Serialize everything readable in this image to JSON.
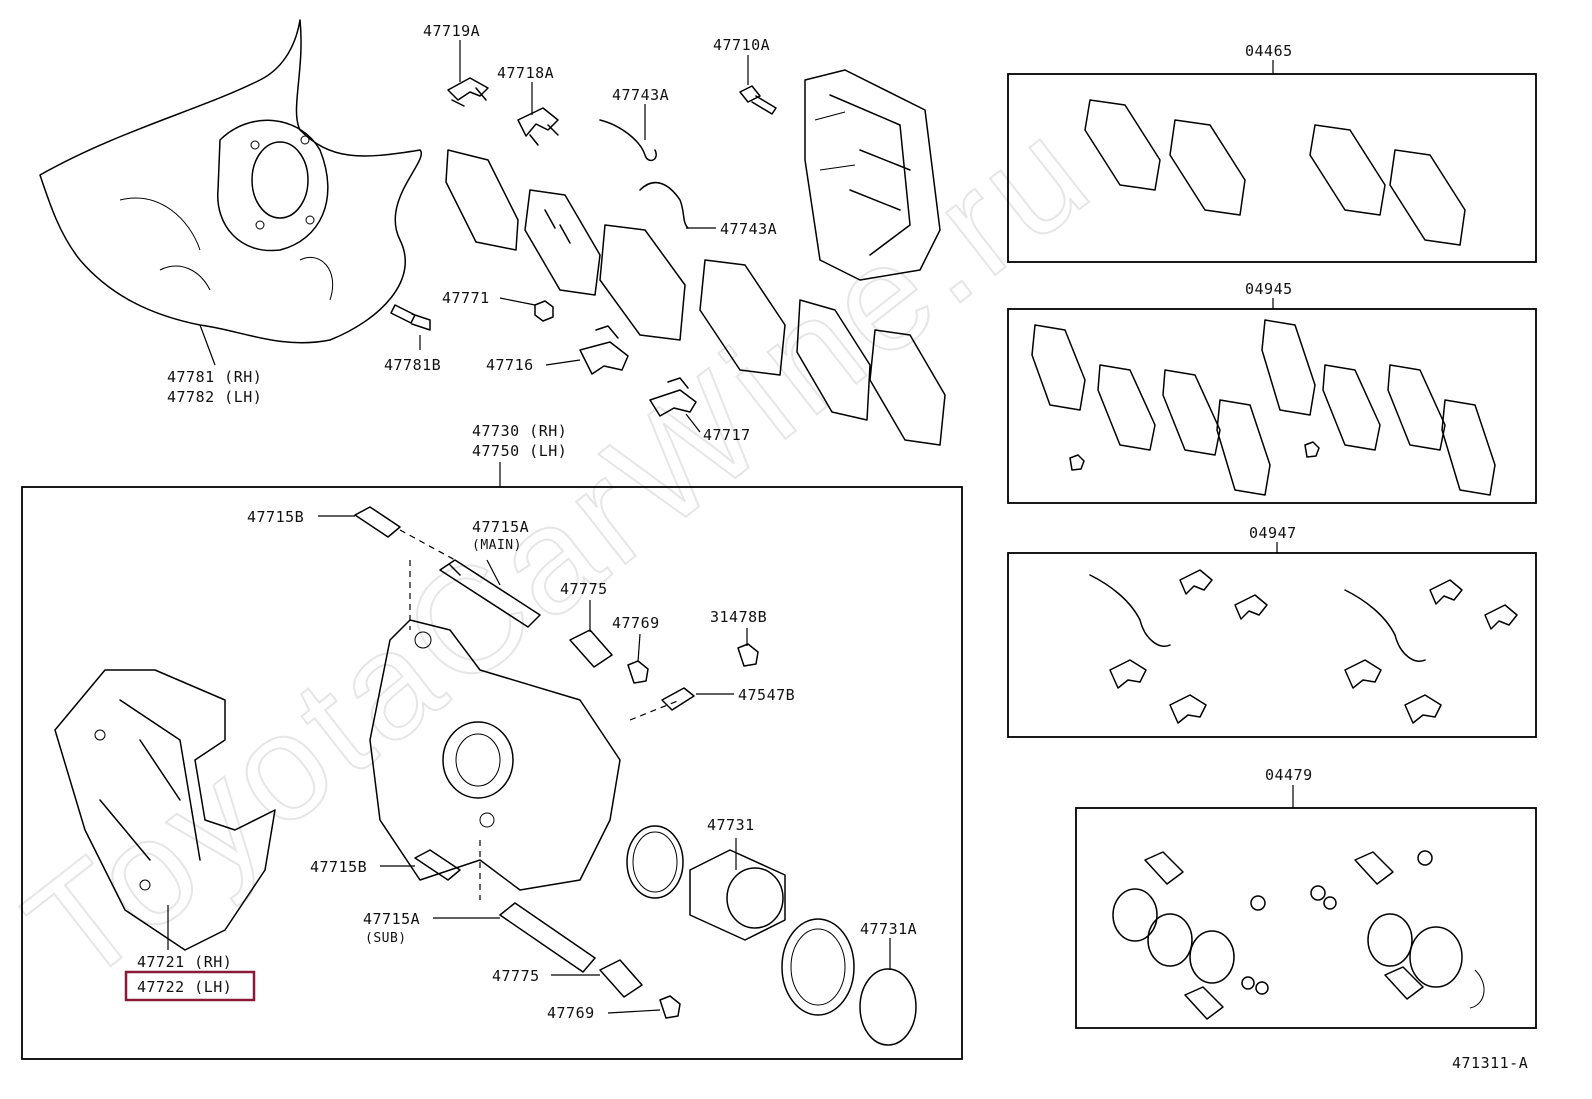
{
  "watermark": "ToyotaCarWine.ru",
  "diagram_id": "471311-A",
  "callouts": {
    "c47719A": "47719A",
    "c47718A": "47718A",
    "c47710A": "47710A",
    "c47743A_1": "47743A",
    "c47743A_2": "47743A",
    "c47771": "47771",
    "c47781B": "47781B",
    "c47716": "47716",
    "c47717": "47717",
    "c47781": "47781 (RH)",
    "c47782": "47782 (LH)",
    "c47730": "47730 (RH)",
    "c47750": "47750 (LH)",
    "c47715B_1": "47715B",
    "c47715A_main": "47715A",
    "c47715A_main_sub": "(MAIN)",
    "c47775_1": "47775",
    "c47769_1": "47769",
    "c31478B": "31478B",
    "c47547B": "47547B",
    "c47731": "47731",
    "c47715B_2": "47715B",
    "c47715A_sub": "47715A",
    "c47715A_sub_sub": "(SUB)",
    "c47731A": "47731A",
    "c47775_2": "47775",
    "c47769_2": "47769",
    "c47721": "47721 (RH)",
    "c47722": "47722 (LH)"
  },
  "kits": {
    "k04465": "04465",
    "k04945": "04945",
    "k04947": "04947",
    "k04479": "04479"
  },
  "highlight": {
    "color": "#8b1a3a",
    "target": "47722 (LH)"
  }
}
